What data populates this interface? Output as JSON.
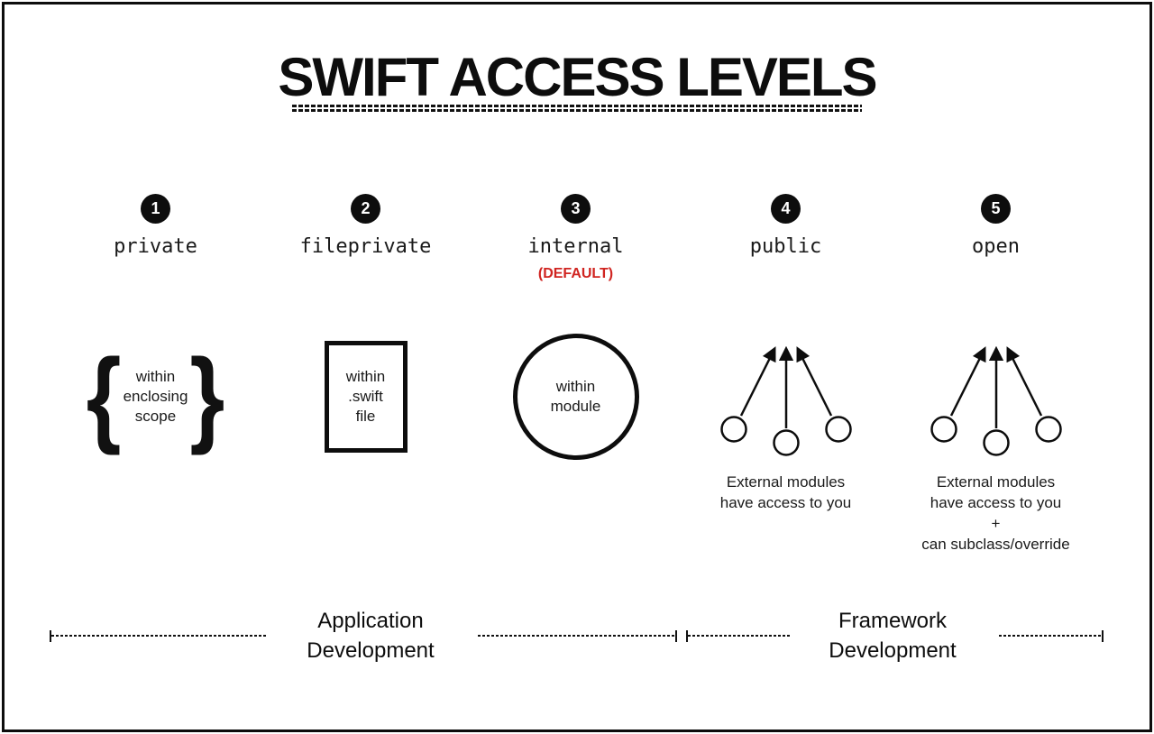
{
  "title": "SWIFT ACCESS LEVELS",
  "colors": {
    "ink": "#111111",
    "default_note_red": "#d02420",
    "background": "#ffffff"
  },
  "levels": [
    {
      "number": "1",
      "name": "private",
      "shape": "curly-braces",
      "inner_text": [
        "within",
        "enclosing",
        "scope"
      ]
    },
    {
      "number": "2",
      "name": "fileprivate",
      "shape": "rectangle",
      "inner_text": [
        "within",
        ".swift",
        "file"
      ]
    },
    {
      "number": "3",
      "name": "internal",
      "note": "(DEFAULT)",
      "shape": "circle",
      "inner_text": [
        "within",
        "module"
      ]
    },
    {
      "number": "4",
      "name": "public",
      "shape": "arrows-converging",
      "caption": [
        "External modules",
        "have access to you"
      ]
    },
    {
      "number": "5",
      "name": "open",
      "shape": "arrows-converging",
      "caption": [
        "External modules",
        "have access to you",
        "+",
        "can subclass/override"
      ]
    }
  ],
  "axis": {
    "ranges": [
      {
        "label_lines": [
          "Application",
          "Development"
        ]
      },
      {
        "label_lines": [
          "Framework",
          "Development"
        ]
      }
    ]
  },
  "glyphs": {
    "left_brace": "{",
    "right_brace": "}"
  }
}
